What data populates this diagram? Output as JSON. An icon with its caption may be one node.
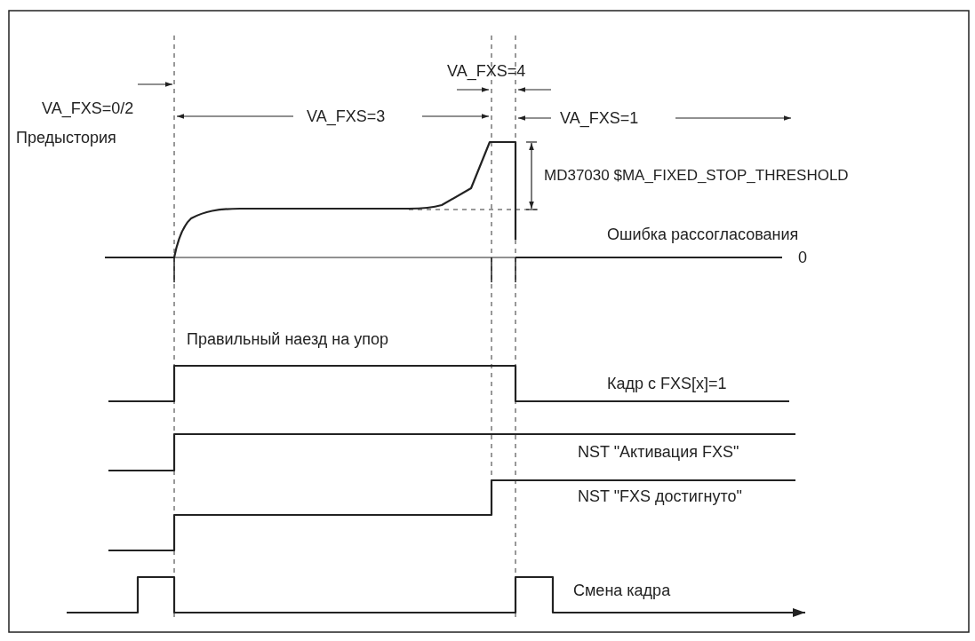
{
  "diagram": {
    "labels": [
      "VA_FXS=4",
      "VA_FXS=0/2",
      "VA_FXS=3",
      "VA_FXS=1",
      "Предыстория",
      "MD37030 $MA_FIXED_STOP_THRESHOLD",
      "Ошибка рассогласования",
      "0",
      "Правильный наезд на упор",
      "Кадр с FXS[x]=1",
      "NST \"Активация FXS\"",
      "NST \"FXS достигнуто\"",
      "Смена кадра"
    ]
  }
}
